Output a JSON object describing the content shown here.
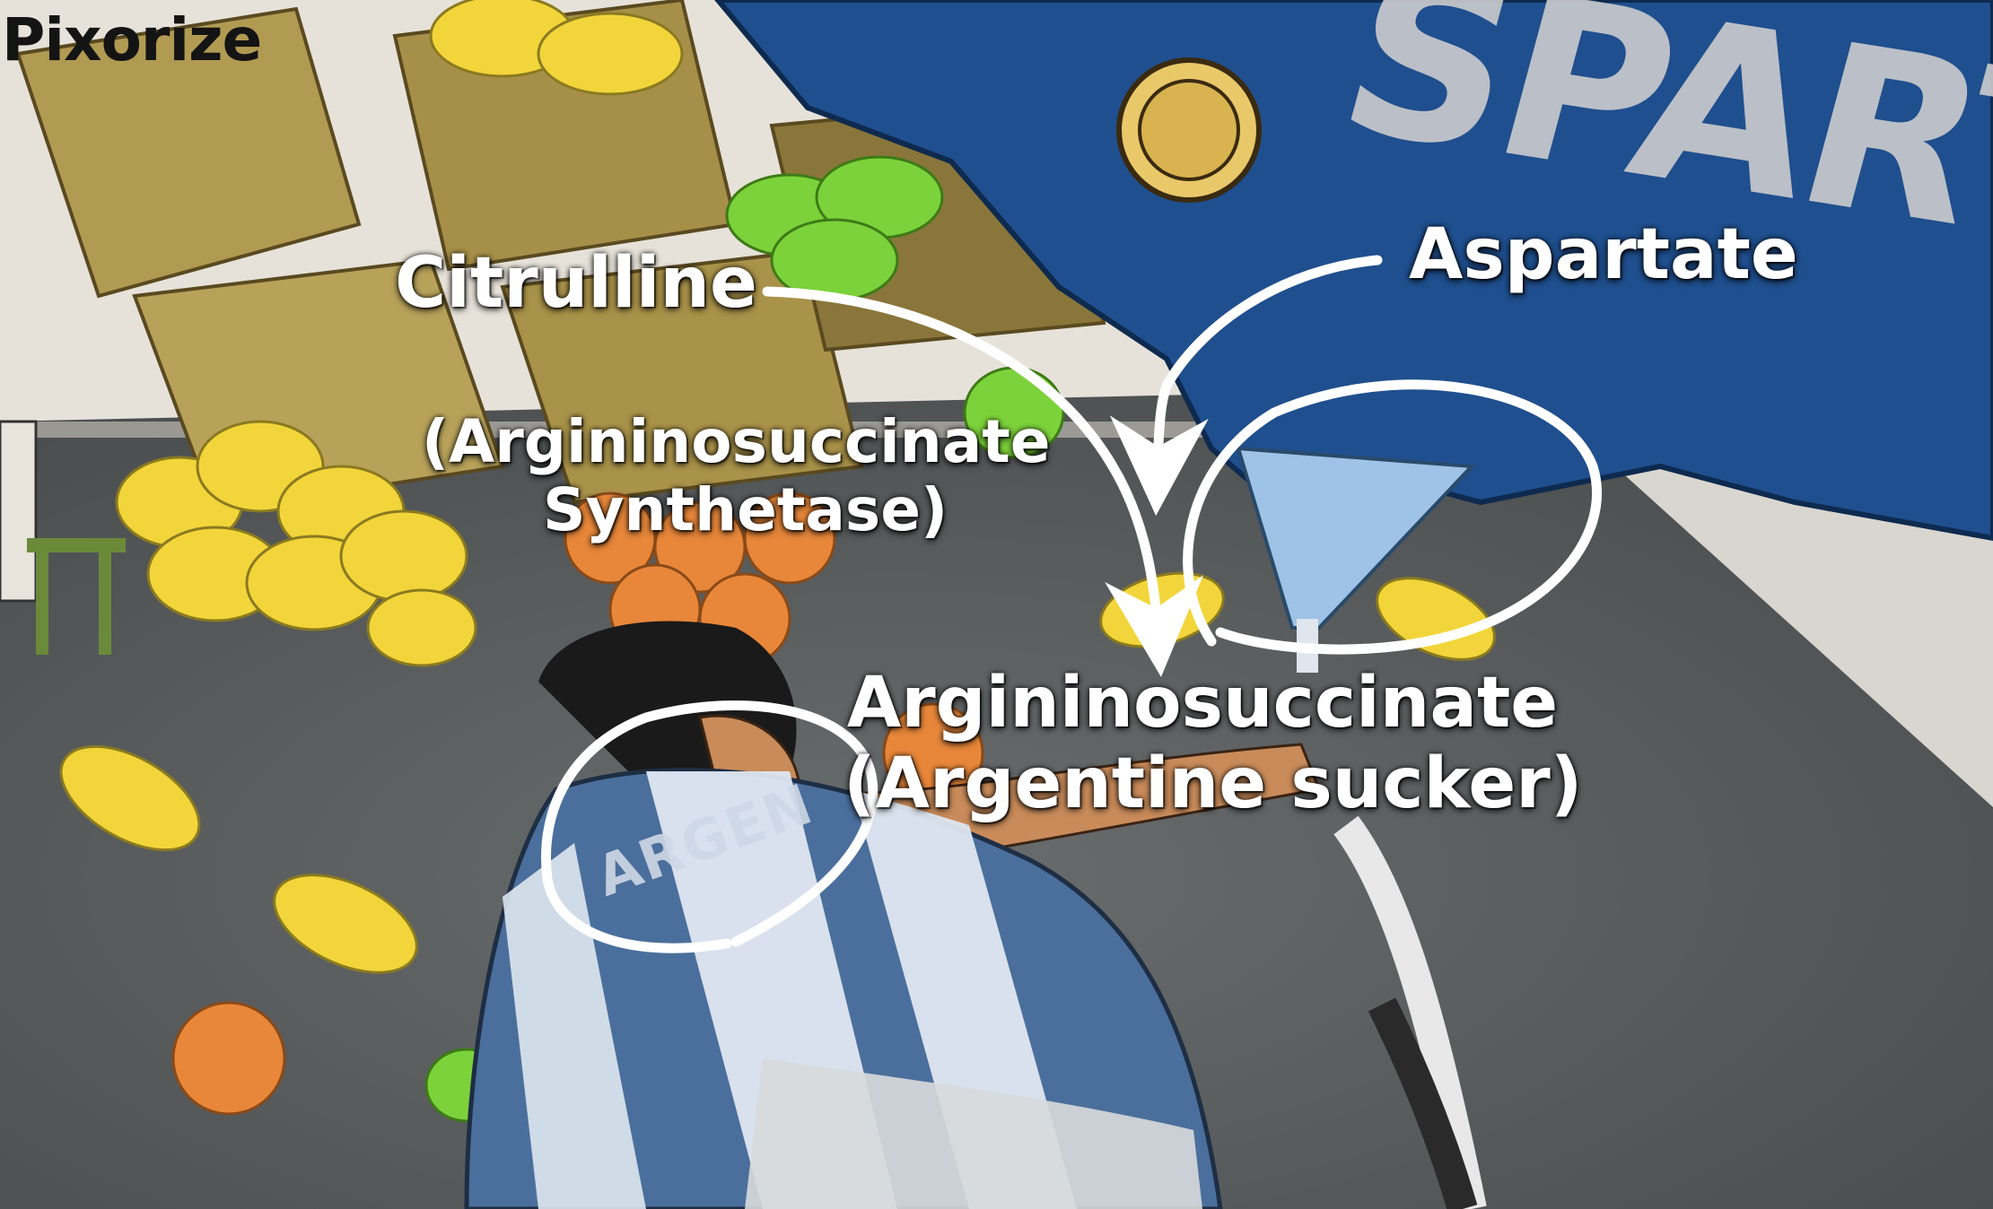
{
  "brand": {
    "name": "Pixorize"
  },
  "illustration": {
    "jersey_text": "SPARTA",
    "shirt_text": "ARGEN"
  },
  "labels": {
    "citrulline": "Citrulline",
    "aspartate": "Aspartate",
    "enzyme_line1": "(Argininosuccinate",
    "enzyme_line2": "Synthetase)",
    "product_line1": "Argininosuccinate",
    "product_line2": "(Argentine sucker)"
  },
  "colors": {
    "wall": "#e6e2d9",
    "floor": "#56595a",
    "box": "#b19a52",
    "lemon": "#f2d53a",
    "lime": "#7cd23a",
    "orange": "#e8873a",
    "sparta_blue": "#1f4f8e",
    "argentina_stripe": "#9ec3e6",
    "annotation": "#ffffff"
  }
}
